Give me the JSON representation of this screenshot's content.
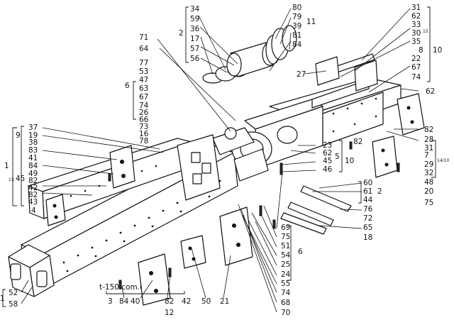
{
  "watermark": "t-150.com.ua",
  "callouts": [
    {
      "id": "c1",
      "text": "34"
    },
    {
      "id": "c2",
      "text": "59"
    },
    {
      "id": "c3",
      "text": "36"
    },
    {
      "id": "c4",
      "text": "2"
    },
    {
      "id": "c5",
      "text": "17"
    },
    {
      "id": "c6",
      "text": "57"
    },
    {
      "id": "c7",
      "text": "56"
    },
    {
      "id": "c8",
      "text": "80"
    },
    {
      "id": "c9",
      "text": "79"
    },
    {
      "id": "c10",
      "text": "39"
    },
    {
      "id": "c11",
      "text": "11"
    },
    {
      "id": "c12",
      "text": "81"
    },
    {
      "id": "c13",
      "text": "84"
    },
    {
      "id": "c14",
      "text": "71"
    },
    {
      "id": "c15",
      "text": "64"
    },
    {
      "id": "c16",
      "text": "77"
    },
    {
      "id": "c17",
      "text": "53"
    },
    {
      "id": "c18",
      "text": "47"
    },
    {
      "id": "c19",
      "text": "6"
    },
    {
      "id": "c20",
      "text": "63"
    },
    {
      "id": "c21",
      "text": "67"
    },
    {
      "id": "c22",
      "text": "74"
    },
    {
      "id": "c23",
      "text": "26"
    },
    {
      "id": "c24",
      "text": "66"
    },
    {
      "id": "c25",
      "text": "73"
    },
    {
      "id": "c26",
      "text": "16"
    },
    {
      "id": "c27",
      "text": "78"
    },
    {
      "id": "c28",
      "text": "31"
    },
    {
      "id": "c29",
      "text": "62"
    },
    {
      "id": "c30",
      "text": "33"
    },
    {
      "id": "c31",
      "text": "30"
    },
    {
      "id": "c32",
      "text": "35"
    },
    {
      "id": "c33",
      "text": "8"
    },
    {
      "id": "c34",
      "text": "10"
    },
    {
      "id": "c35",
      "text": "22"
    },
    {
      "id": "c36",
      "text": "67"
    },
    {
      "id": "c37",
      "text": "74"
    },
    {
      "id": "c38",
      "text": "27"
    },
    {
      "id": "c39",
      "text": "62"
    },
    {
      "id": "c40",
      "text": "37"
    },
    {
      "id": "c41",
      "text": "19"
    },
    {
      "id": "c42",
      "text": "9"
    },
    {
      "id": "c43",
      "text": "38"
    },
    {
      "id": "c44",
      "text": "83"
    },
    {
      "id": "c45",
      "text": "1"
    },
    {
      "id": "c46",
      "text": "41"
    },
    {
      "id": "c47",
      "text": "84"
    },
    {
      "id": "c48",
      "text": "49"
    },
    {
      "id": "c49",
      "text": "82"
    },
    {
      "id": "c50",
      "text": "42"
    },
    {
      "id": "c51",
      "text": "82"
    },
    {
      "id": "c52",
      "text": "45"
    },
    {
      "id": "c53",
      "text": "43"
    },
    {
      "id": "c54",
      "text": "4"
    },
    {
      "id": "c55",
      "text": "23"
    },
    {
      "id": "c56",
      "text": "62"
    },
    {
      "id": "c57",
      "text": "45"
    },
    {
      "id": "c58",
      "text": "46"
    },
    {
      "id": "c59",
      "text": "5"
    },
    {
      "id": "c60",
      "text": "10"
    },
    {
      "id": "c61",
      "text": "82"
    },
    {
      "id": "c62",
      "text": "82"
    },
    {
      "id": "c63",
      "text": "28"
    },
    {
      "id": "c64",
      "text": "31"
    },
    {
      "id": "c65",
      "text": "7"
    },
    {
      "id": "c66",
      "text": "29"
    },
    {
      "id": "c67",
      "text": "32"
    },
    {
      "id": "c68",
      "text": "48"
    },
    {
      "id": "c69",
      "text": "20"
    },
    {
      "id": "c70",
      "text": "75"
    },
    {
      "id": "c71",
      "text": "60"
    },
    {
      "id": "c72",
      "text": "61"
    },
    {
      "id": "c73",
      "text": "2"
    },
    {
      "id": "c74",
      "text": "44"
    },
    {
      "id": "c75",
      "text": "76"
    },
    {
      "id": "c76",
      "text": "72"
    },
    {
      "id": "c77",
      "text": "65"
    },
    {
      "id": "c78",
      "text": "18"
    },
    {
      "id": "c79",
      "text": "69"
    },
    {
      "id": "c80",
      "text": "75"
    },
    {
      "id": "c81",
      "text": "51"
    },
    {
      "id": "c82",
      "text": "54"
    },
    {
      "id": "c83",
      "text": "6"
    },
    {
      "id": "c84",
      "text": "25"
    },
    {
      "id": "c85",
      "text": "24"
    },
    {
      "id": "c86",
      "text": "55"
    },
    {
      "id": "c87",
      "text": "74"
    },
    {
      "id": "c88",
      "text": "68"
    },
    {
      "id": "c89",
      "text": "70"
    },
    {
      "id": "c90",
      "text": "52"
    },
    {
      "id": "c91",
      "text": "58"
    },
    {
      "id": "c92",
      "text": "1"
    },
    {
      "id": "c93",
      "text": "3"
    },
    {
      "id": "c94",
      "text": "84"
    },
    {
      "id": "c95",
      "text": "40"
    },
    {
      "id": "c96",
      "text": "82"
    },
    {
      "id": "c97",
      "text": "42"
    },
    {
      "id": "c98",
      "text": "50"
    },
    {
      "id": "c99",
      "text": "21"
    },
    {
      "id": "c100",
      "text": "12"
    },
    {
      "id": "c101",
      "text": "15"
    },
    {
      "id": "c102",
      "text": "13"
    },
    {
      "id": "c103",
      "text": "14/10"
    }
  ]
}
